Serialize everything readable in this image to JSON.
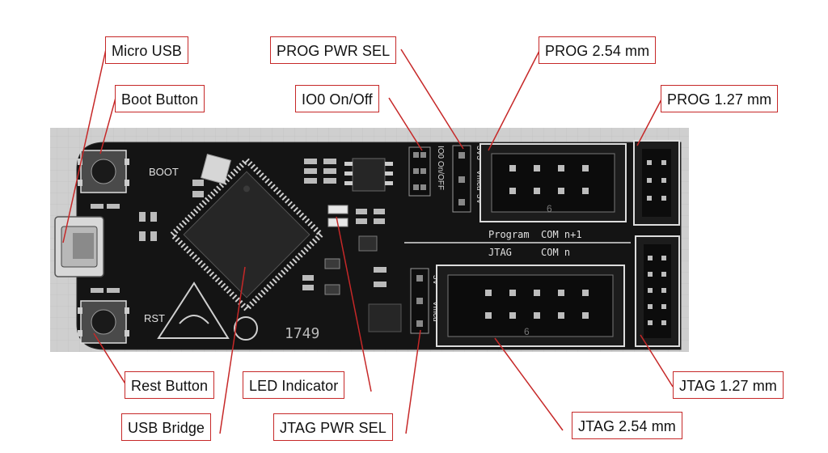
{
  "labels": {
    "micro_usb": "Micro USB",
    "boot_button": "Boot Button",
    "prog_pwr_sel": "PROG PWR SEL",
    "io0_on_off": "IO0 On/Off",
    "prog_254": "PROG 2.54 mm",
    "prog_127": "PROG 1.27 mm",
    "rest_button": "Rest Button",
    "led_indicator": "LED Indicator",
    "jtag_127": "JTAG  1.27 mm",
    "usb_bridge": "USB Bridge",
    "jtag_pwr_sel": "JTAG PWR SEL",
    "jtag_254": "JTAG 2.54 mm"
  },
  "silkscreen": {
    "boot": "BOOT",
    "rst": "RST",
    "date_code": "1749",
    "program_com": "Program  COM n+1",
    "jtag_com": "JTAG     COM n",
    "io0_switch": "IO0 On/OFF",
    "sel_3v3": "3V3",
    "sel_5v": "5V",
    "sel_vmcu": "Vmcu",
    "conn_pin": "6"
  },
  "colors": {
    "callout_border": "#c62828",
    "leader_line": "#c62828",
    "board": "#141414",
    "background": "#ffffff"
  }
}
